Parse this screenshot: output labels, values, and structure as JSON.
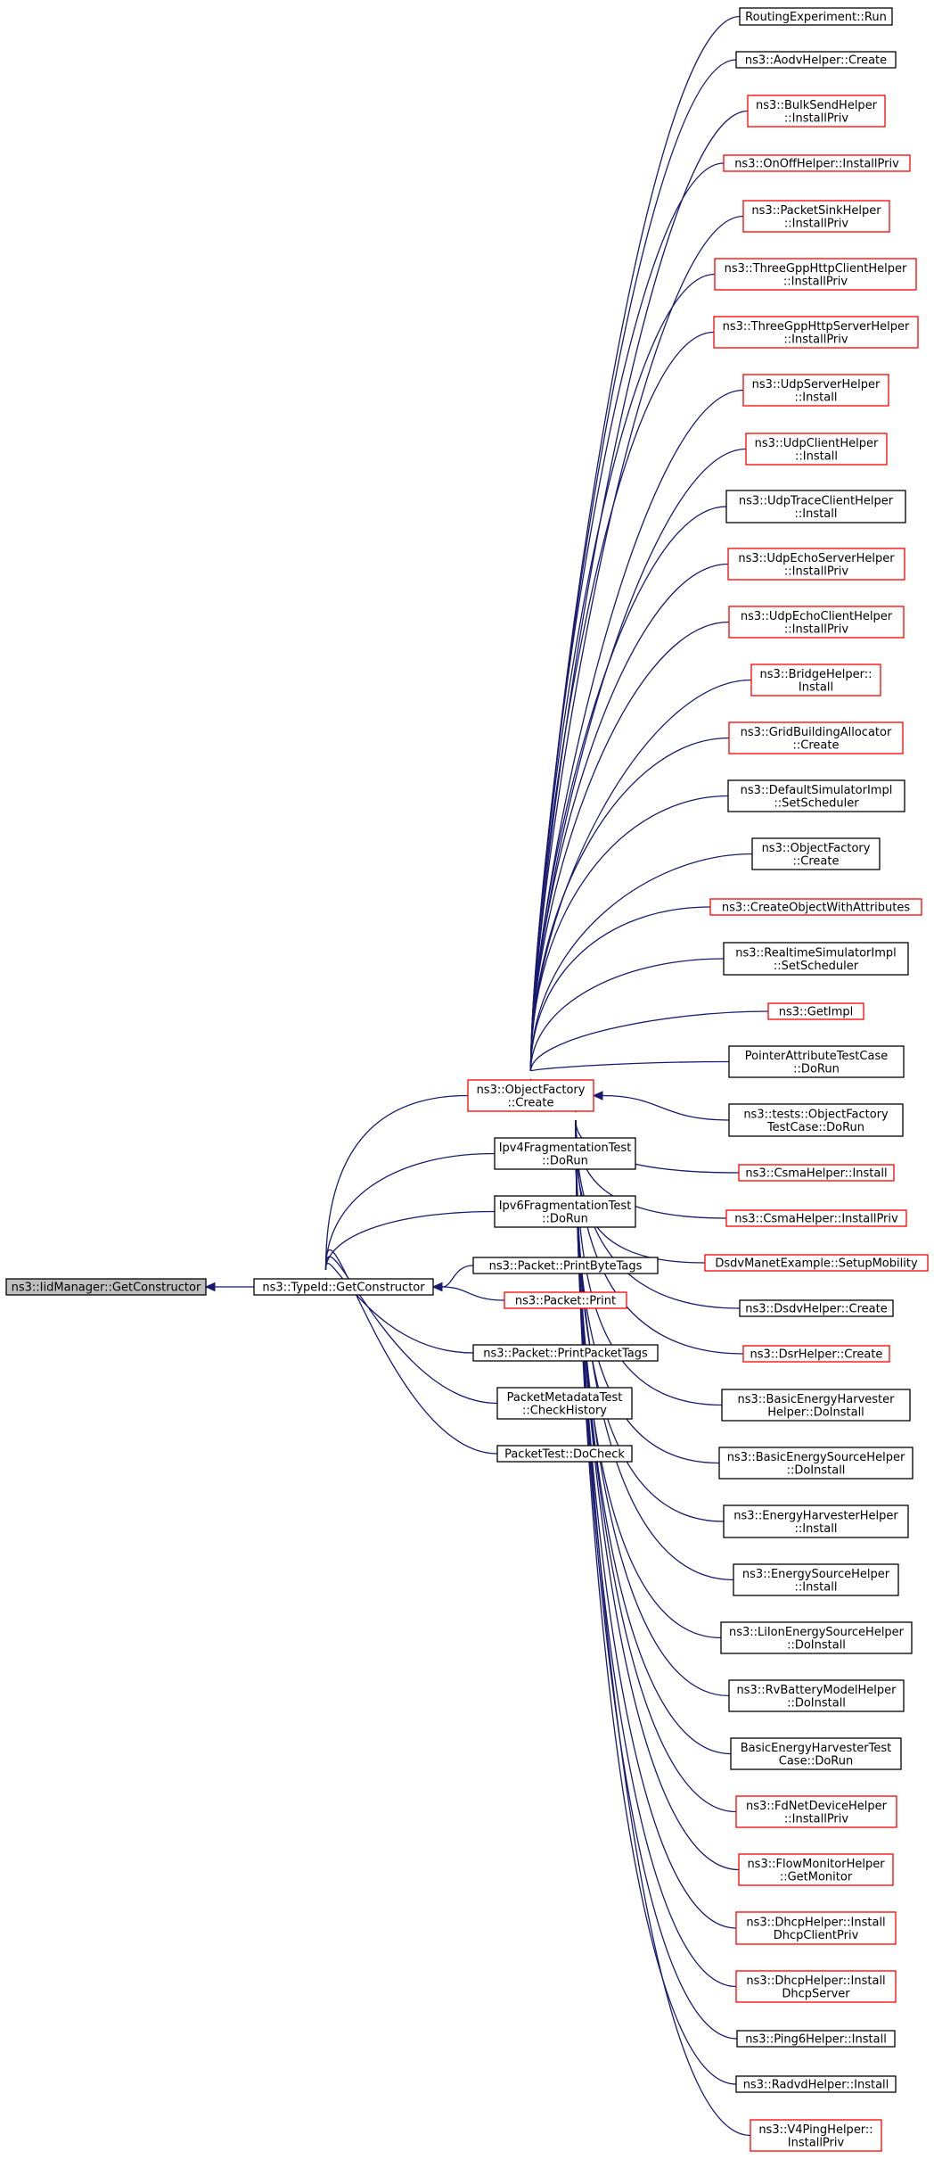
{
  "colors": {
    "edge": "#191970",
    "border_default": "#000000",
    "border_truncated": "#ff0000",
    "root_fill": "#bfbfbf"
  },
  "nodes": [
    {
      "id": "root",
      "lines": [
        "ns3::IidManager::GetConstructor"
      ],
      "border": "black",
      "root": true
    },
    {
      "id": "getconstructor",
      "lines": [
        "ns3::TypeId::GetConstructor"
      ],
      "border": "black"
    },
    {
      "id": "objectfactory",
      "lines": [
        "ns3::ObjectFactory",
        "::Create"
      ],
      "border": "red"
    },
    {
      "id": "ipv4frag",
      "lines": [
        "Ipv4FragmentationTest",
        "::DoRun"
      ],
      "border": "black"
    },
    {
      "id": "ipv6frag",
      "lines": [
        "Ipv6FragmentationTest",
        "::DoRun"
      ],
      "border": "black"
    },
    {
      "id": "printbytetags",
      "lines": [
        "ns3::Packet::PrintByteTags"
      ],
      "border": "black"
    },
    {
      "id": "packetprint",
      "lines": [
        "ns3::Packet::Print"
      ],
      "border": "red"
    },
    {
      "id": "printpackettags",
      "lines": [
        "ns3::Packet::PrintPacketTags"
      ],
      "border": "black"
    },
    {
      "id": "packetmetadatatest",
      "lines": [
        "PacketMetadataTest",
        "::CheckHistory"
      ],
      "border": "black"
    },
    {
      "id": "packettest",
      "lines": [
        "PacketTest::DoCheck"
      ],
      "border": "black"
    },
    {
      "id": "routingexp",
      "lines": [
        "RoutingExperiment::Run"
      ],
      "border": "black"
    },
    {
      "id": "aodvhelper",
      "lines": [
        "ns3::AodvHelper::Create"
      ],
      "border": "black"
    },
    {
      "id": "bulksend",
      "lines": [
        "ns3::BulkSendHelper",
        "::InstallPriv"
      ],
      "border": "red"
    },
    {
      "id": "onoff",
      "lines": [
        "ns3::OnOffHelper::InstallPriv"
      ],
      "border": "red"
    },
    {
      "id": "packetsink",
      "lines": [
        "ns3::PacketSinkHelper",
        "::InstallPriv"
      ],
      "border": "red"
    },
    {
      "id": "threegpphttpclient",
      "lines": [
        "ns3::ThreeGppHttpClientHelper",
        "::InstallPriv"
      ],
      "border": "red"
    },
    {
      "id": "threegpphttpserver",
      "lines": [
        "ns3::ThreeGppHttpServerHelper",
        "::InstallPriv"
      ],
      "border": "red"
    },
    {
      "id": "udpserver",
      "lines": [
        "ns3::UdpServerHelper",
        "::Install"
      ],
      "border": "red"
    },
    {
      "id": "udpclient",
      "lines": [
        "ns3::UdpClientHelper",
        "::Install"
      ],
      "border": "red"
    },
    {
      "id": "udptraceclient",
      "lines": [
        "ns3::UdpTraceClientHelper",
        "::Install"
      ],
      "border": "black"
    },
    {
      "id": "udpechoserver",
      "lines": [
        "ns3::UdpEchoServerHelper",
        "::InstallPriv"
      ],
      "border": "red"
    },
    {
      "id": "udpechoclient",
      "lines": [
        "ns3::UdpEchoClientHelper",
        "::InstallPriv"
      ],
      "border": "red"
    },
    {
      "id": "bridgehelper",
      "lines": [
        "ns3::BridgeHelper::",
        "Install"
      ],
      "border": "red"
    },
    {
      "id": "gridbuilding",
      "lines": [
        "ns3::GridBuildingAllocator",
        "::Create"
      ],
      "border": "red"
    },
    {
      "id": "defaultsimimpl",
      "lines": [
        "ns3::DefaultSimulatorImpl",
        "::SetScheduler"
      ],
      "border": "black"
    },
    {
      "id": "objectfactorycreate",
      "lines": [
        "ns3::ObjectFactory",
        "::Create"
      ],
      "border": "black"
    },
    {
      "id": "createobjattrs",
      "lines": [
        "ns3::CreateObjectWithAttributes"
      ],
      "border": "red"
    },
    {
      "id": "realtimesimimpl",
      "lines": [
        "ns3::RealtimeSimulatorImpl",
        "::SetScheduler"
      ],
      "border": "black"
    },
    {
      "id": "getimpl",
      "lines": [
        "ns3::GetImpl"
      ],
      "border": "red"
    },
    {
      "id": "pointerattrtest",
      "lines": [
        "PointerAttributeTestCase",
        "::DoRun"
      ],
      "border": "black"
    },
    {
      "id": "objfactorytest",
      "lines": [
        "ns3::tests::ObjectFactory",
        "TestCase::DoRun"
      ],
      "border": "black"
    },
    {
      "id": "csmainstall",
      "lines": [
        "ns3::CsmaHelper::Install"
      ],
      "border": "red"
    },
    {
      "id": "csmainstallpriv",
      "lines": [
        "ns3::CsmaHelper::InstallPriv"
      ],
      "border": "red"
    },
    {
      "id": "dsdvmanet",
      "lines": [
        "DsdvManetExample::SetupMobility"
      ],
      "border": "red"
    },
    {
      "id": "dsdvhelper",
      "lines": [
        "ns3::DsdvHelper::Create"
      ],
      "border": "black"
    },
    {
      "id": "dsrhelper",
      "lines": [
        "ns3::DsrHelper::Create"
      ],
      "border": "red"
    },
    {
      "id": "basicenergyharvester",
      "lines": [
        "ns3::BasicEnergyHarvester",
        "Helper::DoInstall"
      ],
      "border": "black"
    },
    {
      "id": "basicenergysource",
      "lines": [
        "ns3::BasicEnergySourceHelper",
        "::DoInstall"
      ],
      "border": "black"
    },
    {
      "id": "energyharvester",
      "lines": [
        "ns3::EnergyHarvesterHelper",
        "::Install"
      ],
      "border": "black"
    },
    {
      "id": "energysource",
      "lines": [
        "ns3::EnergySourceHelper",
        "::Install"
      ],
      "border": "black"
    },
    {
      "id": "lionenergy",
      "lines": [
        "ns3::LiIonEnergySourceHelper",
        "::DoInstall"
      ],
      "border": "black"
    },
    {
      "id": "rvbattery",
      "lines": [
        "ns3::RvBatteryModelHelper",
        "::DoInstall"
      ],
      "border": "black"
    },
    {
      "id": "basicenergyharvestertest",
      "lines": [
        "BasicEnergyHarvesterTest",
        "Case::DoRun"
      ],
      "border": "black"
    },
    {
      "id": "fdnetdevice",
      "lines": [
        "ns3::FdNetDeviceHelper",
        "::InstallPriv"
      ],
      "border": "red"
    },
    {
      "id": "flowmonitor",
      "lines": [
        "ns3::FlowMonitorHelper",
        "::GetMonitor"
      ],
      "border": "red"
    },
    {
      "id": "dhcpclient",
      "lines": [
        "ns3::DhcpHelper::Install",
        "DhcpClientPriv"
      ],
      "border": "red"
    },
    {
      "id": "dhcpserver",
      "lines": [
        "ns3::DhcpHelper::Install",
        "DhcpServer"
      ],
      "border": "red"
    },
    {
      "id": "ping6",
      "lines": [
        "ns3::Ping6Helper::Install"
      ],
      "border": "black"
    },
    {
      "id": "radvd",
      "lines": [
        "ns3::RadvdHelper::Install"
      ],
      "border": "black"
    },
    {
      "id": "v4ping",
      "lines": [
        "ns3::V4PingHelper::",
        "InstallPriv"
      ],
      "border": "red"
    }
  ],
  "edges": [
    [
      "getconstructor",
      "root"
    ],
    [
      "objectfactory",
      "getconstructor"
    ],
    [
      "ipv4frag",
      "getconstructor"
    ],
    [
      "ipv6frag",
      "getconstructor"
    ],
    [
      "printbytetags",
      "getconstructor"
    ],
    [
      "packetprint",
      "getconstructor"
    ],
    [
      "printpackettags",
      "getconstructor"
    ],
    [
      "packetmetadatatest",
      "getconstructor"
    ],
    [
      "packettest",
      "getconstructor"
    ],
    [
      "routingexp",
      "objectfactory"
    ],
    [
      "aodvhelper",
      "objectfactory"
    ],
    [
      "bulksend",
      "objectfactory"
    ],
    [
      "onoff",
      "objectfactory"
    ],
    [
      "packetsink",
      "objectfactory"
    ],
    [
      "threegpphttpclient",
      "objectfactory"
    ],
    [
      "threegpphttpserver",
      "objectfactory"
    ],
    [
      "udpserver",
      "objectfactory"
    ],
    [
      "udpclient",
      "objectfactory"
    ],
    [
      "udptraceclient",
      "objectfactory"
    ],
    [
      "udpechoserver",
      "objectfactory"
    ],
    [
      "udpechoclient",
      "objectfactory"
    ],
    [
      "bridgehelper",
      "objectfactory"
    ],
    [
      "gridbuilding",
      "objectfactory"
    ],
    [
      "defaultsimimpl",
      "objectfactory"
    ],
    [
      "objectfactorycreate",
      "objectfactory"
    ],
    [
      "createobjattrs",
      "objectfactory"
    ],
    [
      "realtimesimimpl",
      "objectfactory"
    ],
    [
      "getimpl",
      "objectfactory"
    ],
    [
      "pointerattrtest",
      "objectfactory"
    ],
    [
      "objfactorytest",
      "objectfactory"
    ],
    [
      "csmainstall",
      "objectfactory"
    ],
    [
      "csmainstallpriv",
      "objectfactory"
    ],
    [
      "dsdvmanet",
      "objectfactory"
    ],
    [
      "dsdvhelper",
      "objectfactory"
    ],
    [
      "dsrhelper",
      "objectfactory"
    ],
    [
      "basicenergyharvester",
      "objectfactory"
    ],
    [
      "basicenergysource",
      "objectfactory"
    ],
    [
      "energyharvester",
      "objectfactory"
    ],
    [
      "energysource",
      "objectfactory"
    ],
    [
      "lionenergy",
      "objectfactory"
    ],
    [
      "rvbattery",
      "objectfactory"
    ],
    [
      "basicenergyharvestertest",
      "objectfactory"
    ],
    [
      "fdnetdevice",
      "objectfactory"
    ],
    [
      "flowmonitor",
      "objectfactory"
    ],
    [
      "dhcpclient",
      "objectfactory"
    ],
    [
      "dhcpserver",
      "objectfactory"
    ],
    [
      "ping6",
      "objectfactory"
    ],
    [
      "radvd",
      "objectfactory"
    ],
    [
      "v4ping",
      "objectfactory"
    ]
  ]
}
